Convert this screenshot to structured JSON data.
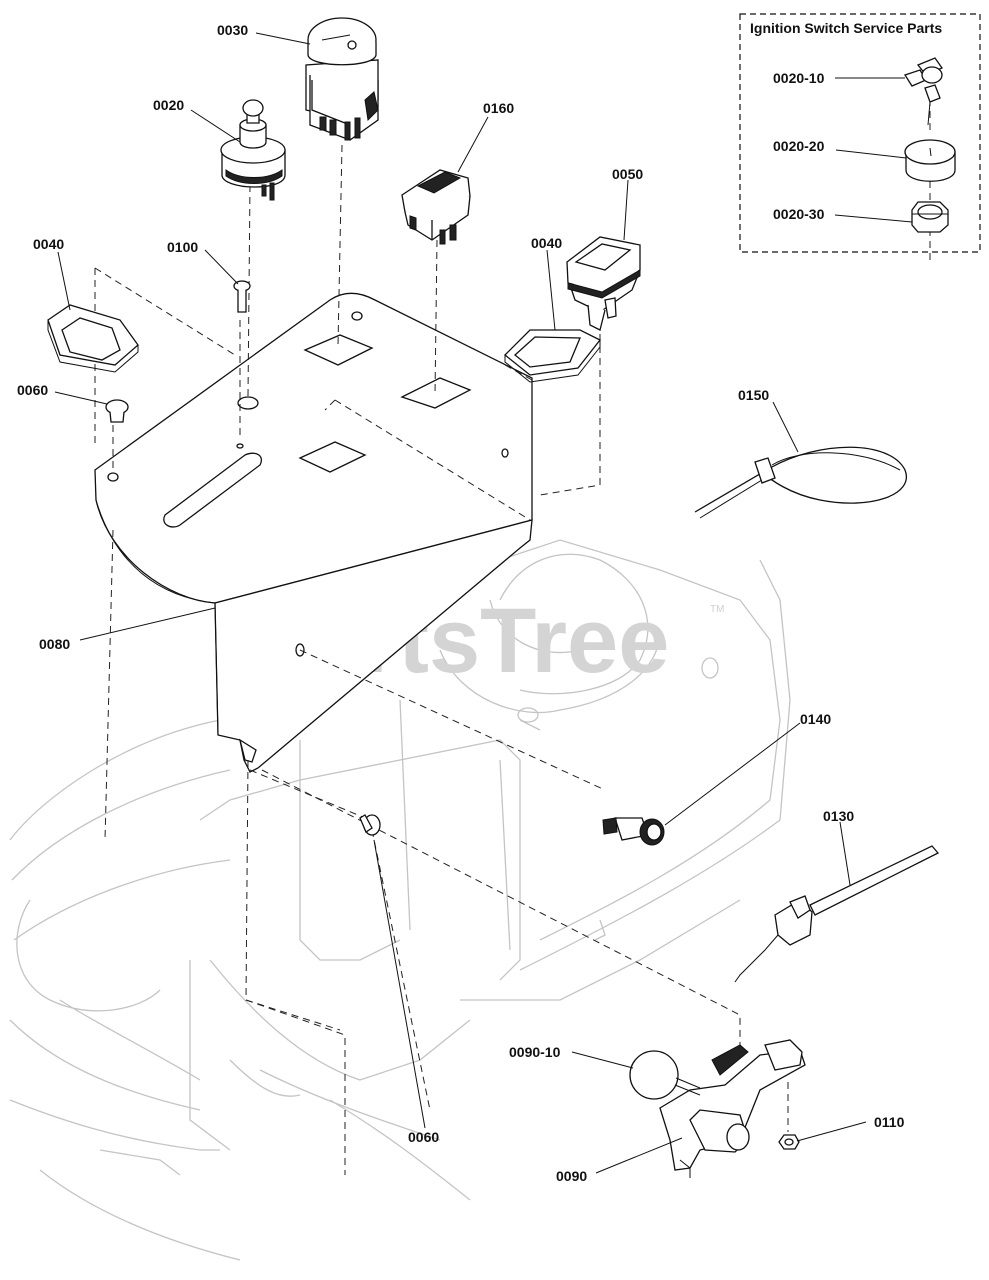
{
  "service_box": {
    "title": "Ignition Switch Service Parts",
    "items": [
      "0020-10",
      "0020-20",
      "0020-30"
    ]
  },
  "callouts": {
    "c0030": "0030",
    "c0020": "0020",
    "c0160": "0160",
    "c0050": "0050",
    "c0040_left": "0040",
    "c0040_right": "0040",
    "c0100": "0100",
    "c0060_top": "0060",
    "c0150": "0150",
    "c0080": "0080",
    "c0140": "0140",
    "c0130": "0130",
    "c0090_10": "0090-10",
    "c0060_bottom": "0060",
    "c0110": "0110",
    "c0090": "0090"
  },
  "watermark": {
    "text": "PartsTree",
    "trademark": "TM"
  }
}
